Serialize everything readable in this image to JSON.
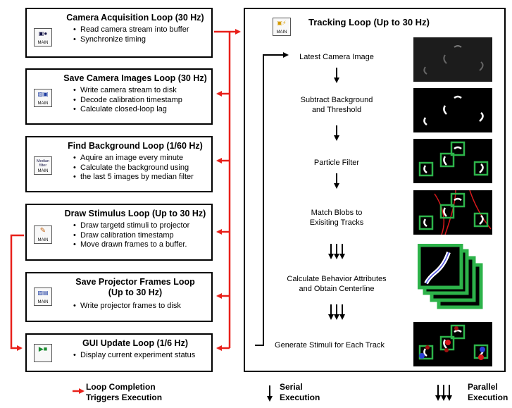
{
  "icon_tag": "MAIN",
  "loops": [
    {
      "title": "Camera Acquisition Loop (30 Hz)",
      "icon": "camera-vi-icon",
      "bullets": [
        "Read camera stream into buffer",
        "Synchronize timing"
      ]
    },
    {
      "title": "Save Camera Images Loop (30 Hz)",
      "icon": "save-camera-vi-icon",
      "bullets": [
        "Write camera stream to disk",
        "Decode calibration timestamp",
        "Calculate closed-loop lag"
      ]
    },
    {
      "title": "Find Background Loop (1/60 Hz)",
      "icon": "median-filter-vi-icon",
      "icon_text": "Median filter",
      "bullets": [
        "Aquire an image every minute",
        "Calculate the background using",
        "the last 5 images by median filter"
      ]
    },
    {
      "title": "Draw Stimulus Loop (Up to 30 Hz)",
      "icon": "pencil-vi-icon",
      "bullets": [
        "Draw targetd stimuli to projector",
        "Draw calibration timestamp",
        "Move drawn frames to a buffer."
      ]
    },
    {
      "title": "Save Projector Frames Loop",
      "title2": "(Up to 30 Hz)",
      "icon": "save-projector-vi-icon",
      "bullets": [
        "Write projector frames to disk"
      ]
    },
    {
      "title": "GUI Update Loop (1/6 Hz)",
      "icon": "gui-vi-icon",
      "bullets": [
        "Display current experiment status"
      ]
    }
  ],
  "tracking": {
    "title": "Tracking Loop (Up to 30 Hz)",
    "steps": [
      {
        "line1": "Latest Camera Image",
        "line2": ""
      },
      {
        "line1": "Subtract Background",
        "line2": "and Threshold"
      },
      {
        "line1": "Particle Filter",
        "line2": ""
      },
      {
        "line1": "Match Blobs to",
        "line2": "Exisiting Tracks"
      },
      {
        "line1": "Calculate Behavior Attributes",
        "line2": "and Obtain Centerline"
      },
      {
        "line1": "Generate Stimuli for Each Track",
        "line2": ""
      }
    ]
  },
  "legend": {
    "loop_completion": [
      "Loop Completion",
      "Triggers Execution"
    ],
    "serial": [
      "Serial",
      "Execution"
    ],
    "parallel": [
      "Parallel",
      "Execution"
    ]
  },
  "colors": {
    "trigger_arrow": "#e8201a",
    "box_green": "#2db34a",
    "worm_white": "#ffffff",
    "track_red": "#d8191c",
    "stim_blue": "#2b3fd6"
  }
}
